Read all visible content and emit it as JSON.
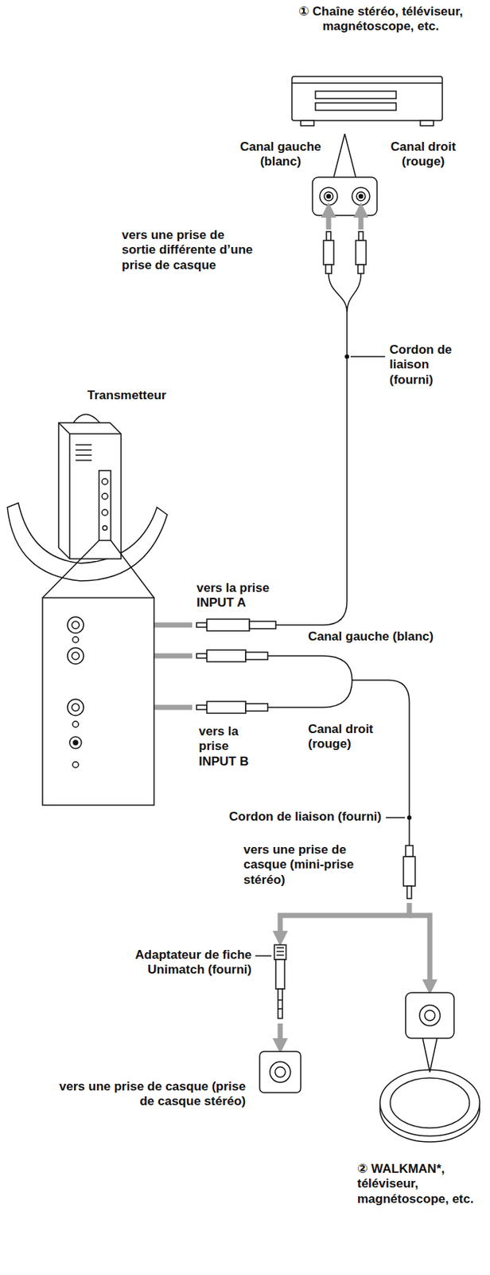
{
  "diagram": {
    "labels": [
      "① Chaîne stéréo, téléviseur, magnétoscope, etc.",
      "Canal gauche (blanc)",
      "Canal droit (rouge)",
      "vers une prise de sortie différente d’une prise de casque",
      "Cordon de liaison (fourni)",
      "Transmetteur",
      "vers la prise INPUT A",
      "Canal gauche (blanc)",
      "vers la prise INPUT B",
      "Canal droit (rouge)",
      "Cordon de liaison (fourni)",
      "vers une prise de casque (mini-prise stéréo)",
      "Adaptateur de fiche Unimatch (fourni)",
      "vers une prise de casque (prise de casque stéréo)",
      "② WALKMAN*, téléviseur, magnétoscope, etc."
    ]
  }
}
